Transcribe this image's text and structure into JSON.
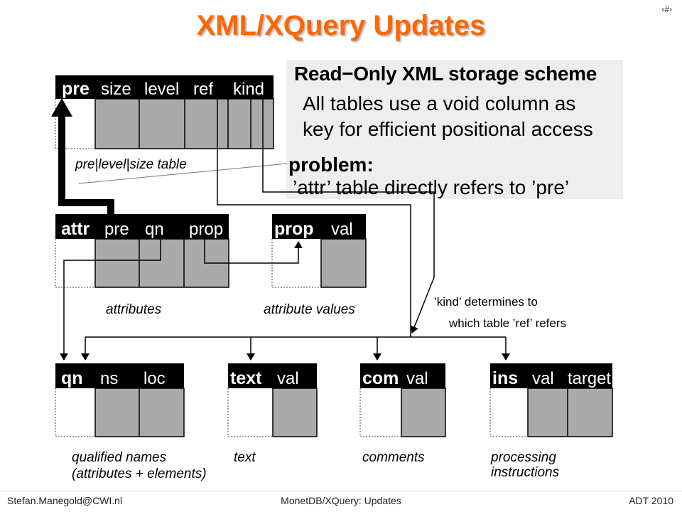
{
  "slide": {
    "title": "XML/XQuery Updates",
    "number": "‹#›"
  },
  "callout": {
    "heading": "Read−Only XML storage scheme",
    "line1": "All tables use a void column as",
    "line2": "key for efficient positional access",
    "problem": "problem:",
    "problem_text": "’attr’ table directly refers to ’pre’"
  },
  "diagram": {
    "tables": {
      "pre": {
        "name": "pre",
        "cols": [
          "size",
          "level",
          "ref",
          "kind"
        ],
        "caption": "pre|level|size table"
      },
      "attr": {
        "name": "attr",
        "cols": [
          "pre",
          "qn",
          "prop"
        ],
        "caption": "attributes"
      },
      "prop": {
        "name": "prop",
        "cols": [
          "val"
        ],
        "caption": "attribute values"
      },
      "qn": {
        "name": "qn",
        "cols": [
          "ns",
          "loc"
        ],
        "caption1": "qualified names",
        "caption2": "(attributes + elements)"
      },
      "text": {
        "name": "text",
        "cols": [
          "val"
        ],
        "caption": "text"
      },
      "com": {
        "name": "com",
        "cols": [
          "val"
        ],
        "caption": "comments"
      },
      "ins": {
        "name": "ins",
        "cols": [
          "val",
          "target"
        ],
        "caption1": "processing",
        "caption2": "instructions"
      }
    },
    "note1": "’kind’ determines to",
    "note2": "which table ’ref’ refers"
  },
  "footer": {
    "left": "Stefan.Manegold@CWI.nl",
    "center": "MonetDB/XQuery: Updates",
    "right": "ADT 2010"
  },
  "colors": {
    "title": "#ff6600",
    "cell": "#aaaaaa",
    "header": "#000000",
    "callout": "#eeeeee"
  }
}
